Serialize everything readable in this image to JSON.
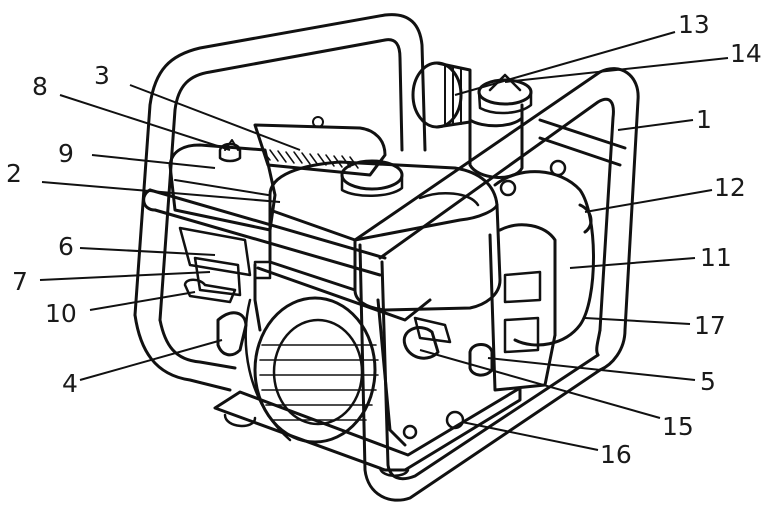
{
  "diagram": {
    "labels": [
      "1",
      "2",
      "3",
      "4",
      "5",
      "6",
      "7",
      "8",
      "9",
      "10",
      "11",
      "12",
      "13",
      "14",
      "15",
      "16",
      "17"
    ],
    "colors": {
      "ink": "#111111",
      "paper": "#ffffff"
    }
  }
}
